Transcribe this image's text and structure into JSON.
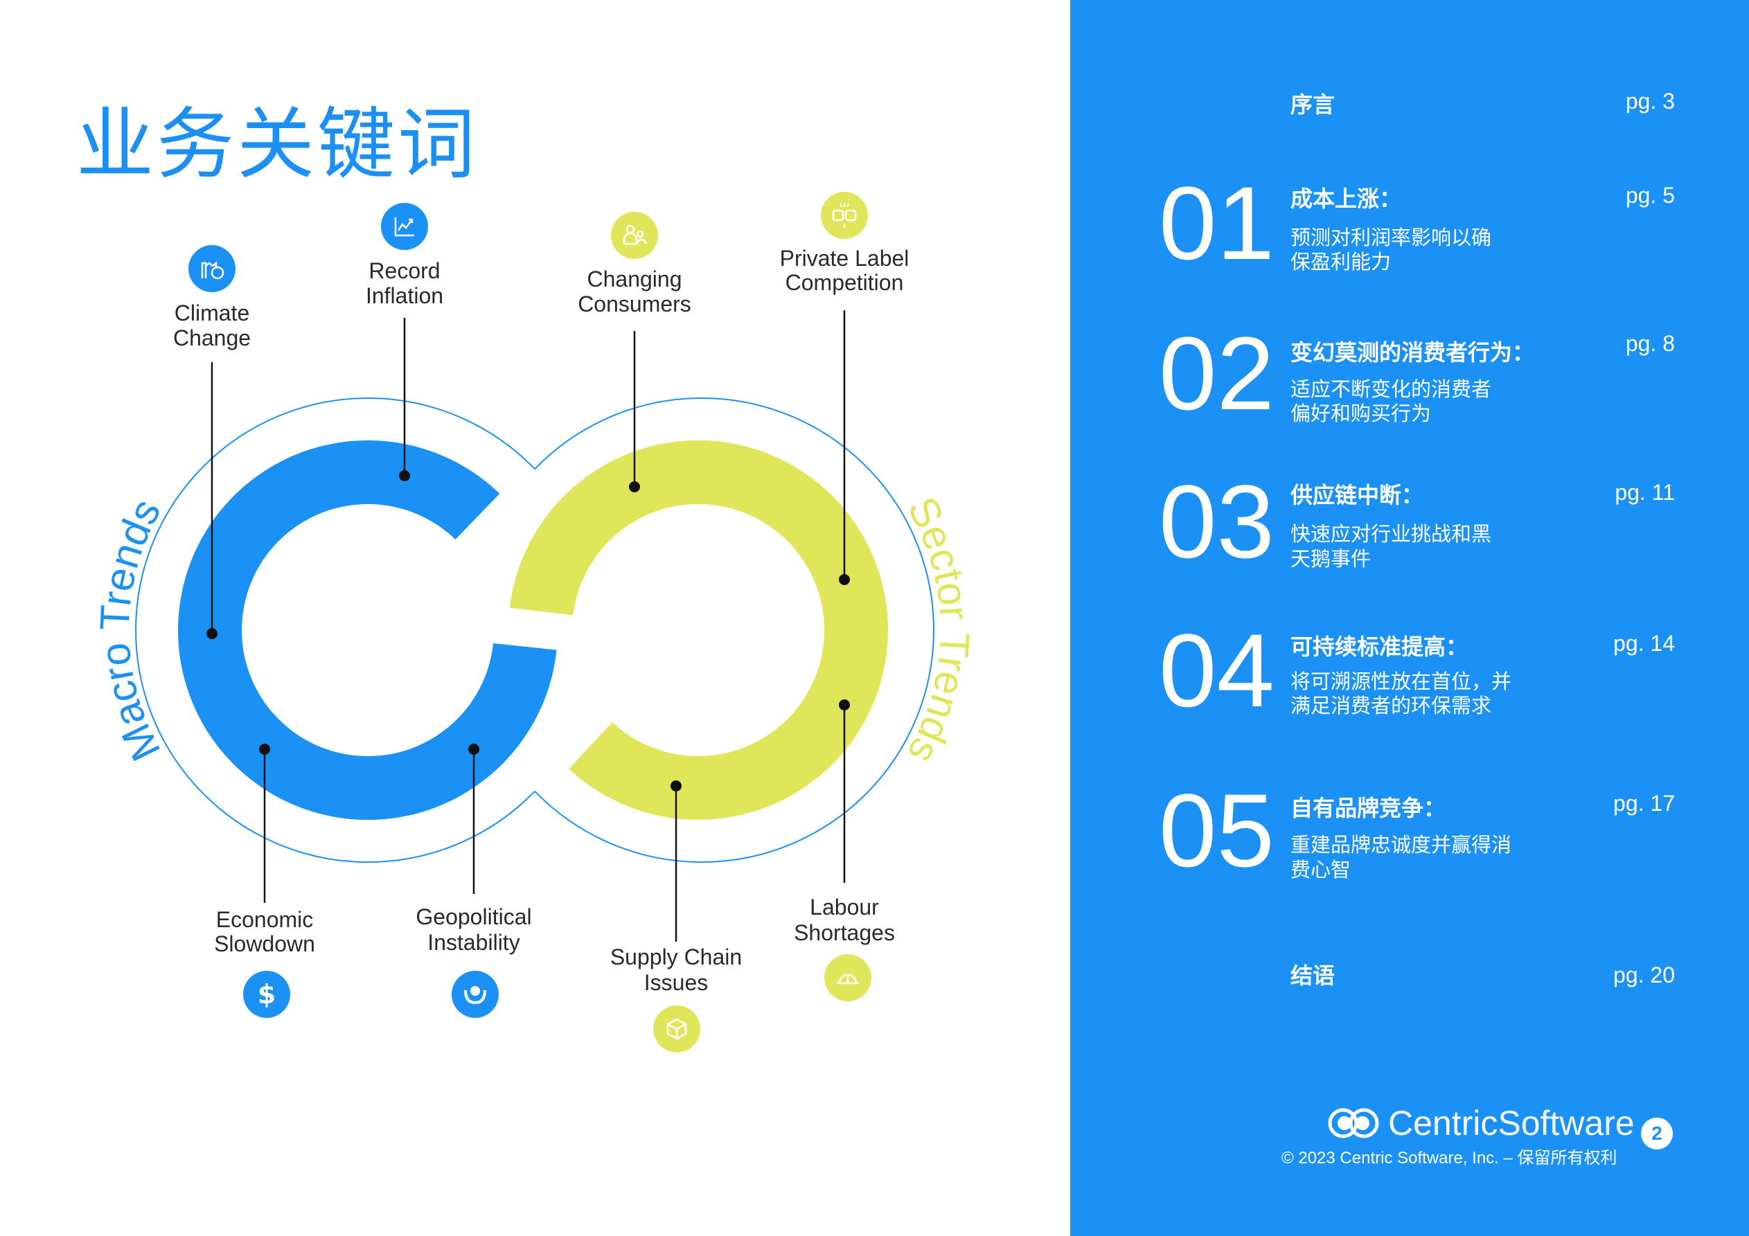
{
  "title": "业务关键词",
  "arcs": {
    "left_label": "Macro Trends",
    "right_label": "Sector Trends"
  },
  "colors": {
    "blue": "#1c91f5",
    "yellow": "#e0e65a"
  },
  "trends": {
    "climate": {
      "line1": "Climate",
      "line2": "Change",
      "icon": "factory-dollar-icon"
    },
    "inflation": {
      "line1": "Record",
      "line2": "Inflation",
      "icon": "chart-up-icon"
    },
    "consumers": {
      "line1": "Changing",
      "line2": "Consumers",
      "icon": "people-icon"
    },
    "private": {
      "line1": "Private Label",
      "line2": "Competition",
      "icon": "fists-icon"
    },
    "economic": {
      "line1": "Economic",
      "line2": "Slowdown",
      "icon": "dollar-down-icon"
    },
    "geopolitical": {
      "line1": "Geopolitical",
      "line2": "Instability",
      "icon": "hand-globe-icon"
    },
    "supply": {
      "line1": "Supply Chain",
      "line2": "Issues",
      "icon": "box-icon"
    },
    "labour": {
      "line1": "Labour",
      "line2": "Shortages",
      "icon": "hardhat-icon"
    }
  },
  "toc": {
    "intro": {
      "title": "序言",
      "page": "pg. 3"
    },
    "items": [
      {
        "num": "01",
        "title": "成本上涨：",
        "line1": "预测对利润率影响以确",
        "line2": "保盈利能力",
        "page": "pg. 5"
      },
      {
        "num": "02",
        "title": "变幻莫测的消费者行为：",
        "line1": "适应不断变化的消费者",
        "line2": "偏好和购买行为",
        "page": "pg. 8"
      },
      {
        "num": "03",
        "title": "供应链中断：",
        "line1": "快速应对行业挑战和黑",
        "line2": "天鹅事件",
        "page": "pg. 11"
      },
      {
        "num": "04",
        "title": "可持续标准提高：",
        "line1": "将可溯源性放在首位，并",
        "line2": "满足消费者的环保需求",
        "page": "pg. 14"
      },
      {
        "num": "05",
        "title": "自有品牌竞争：",
        "line1": "重建品牌忠诚度并赢得消",
        "line2": "费心智",
        "page": "pg. 17"
      }
    ],
    "outro": {
      "title": "结语",
      "page": "pg. 20"
    }
  },
  "footer": {
    "logo_bold": "Centric",
    "logo_light": "Software",
    "copyright": "© 2023 Centric Software, Inc. – 保留所有权利",
    "page_number": "2"
  }
}
